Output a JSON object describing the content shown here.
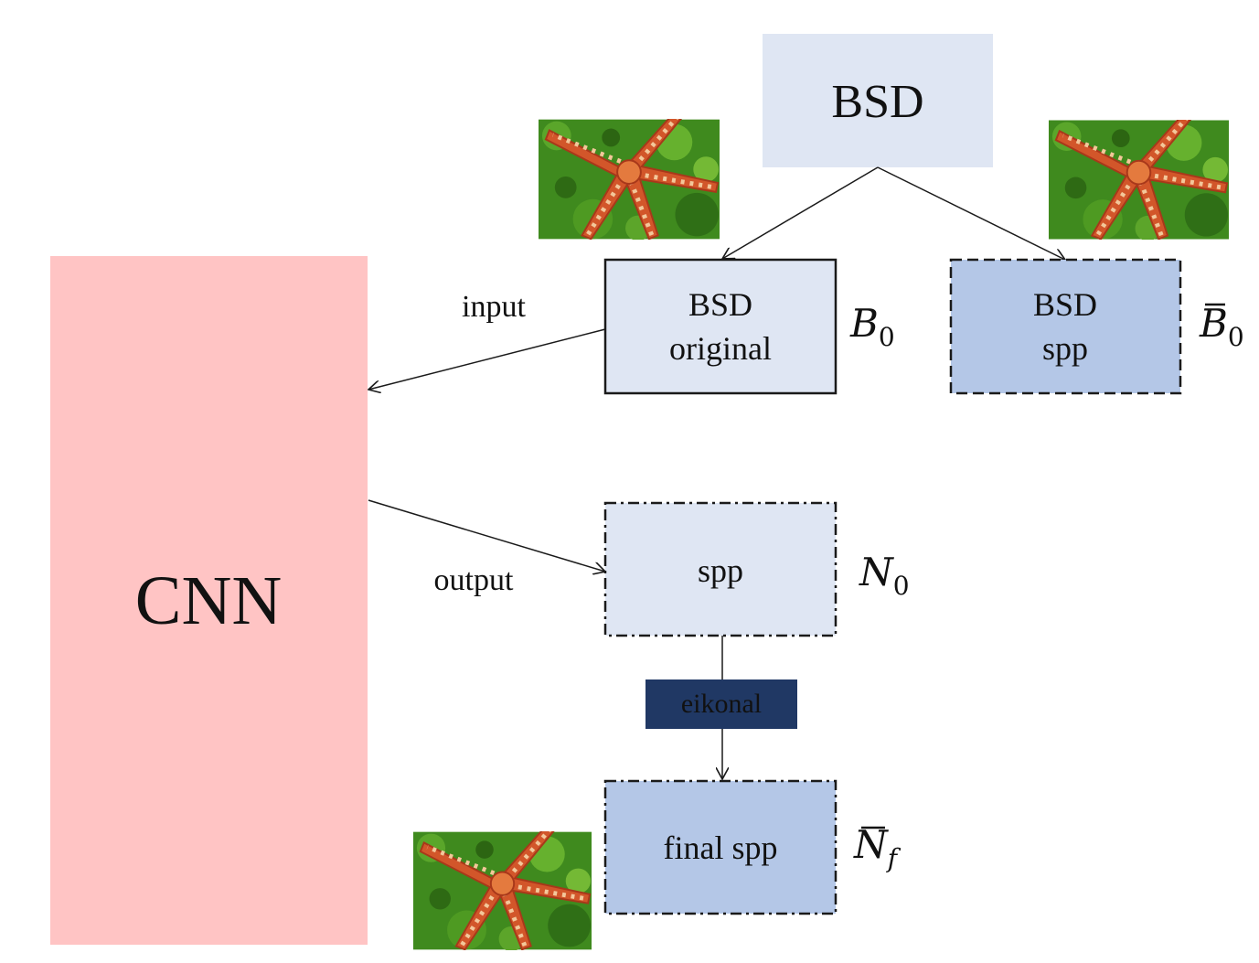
{
  "nodes": {
    "bsd_root": {
      "label": "BSD"
    },
    "bsd_original": {
      "line1": "BSD",
      "line2": "original",
      "symbol": "B",
      "subscript": "0"
    },
    "bsd_spp": {
      "line1": "BSD",
      "line2": "spp",
      "symbol": "B",
      "subscript": "0"
    },
    "cnn": {
      "label": "CNN"
    },
    "spp": {
      "label": "spp",
      "symbol": "N",
      "subscript": "0"
    },
    "final_spp": {
      "label": "final spp",
      "symbol": "N",
      "subscript": "f"
    }
  },
  "edges": {
    "input_label": "input",
    "output_label": "output",
    "eikonal_label": "eikonal"
  },
  "colors": {
    "cnn_fill": "#ffc4c4",
    "light_box_fill": "#dfe6f3",
    "mid_box_fill": "#b4c7e7",
    "eikonal_fill": "#203864",
    "eikonal_text": "#ffffff",
    "stroke": "#1a1a1a"
  },
  "images": [
    {
      "name": "starfish-original-thumbnail"
    },
    {
      "name": "starfish-spp-thumbnail"
    },
    {
      "name": "starfish-final-spp-thumbnail"
    }
  ]
}
